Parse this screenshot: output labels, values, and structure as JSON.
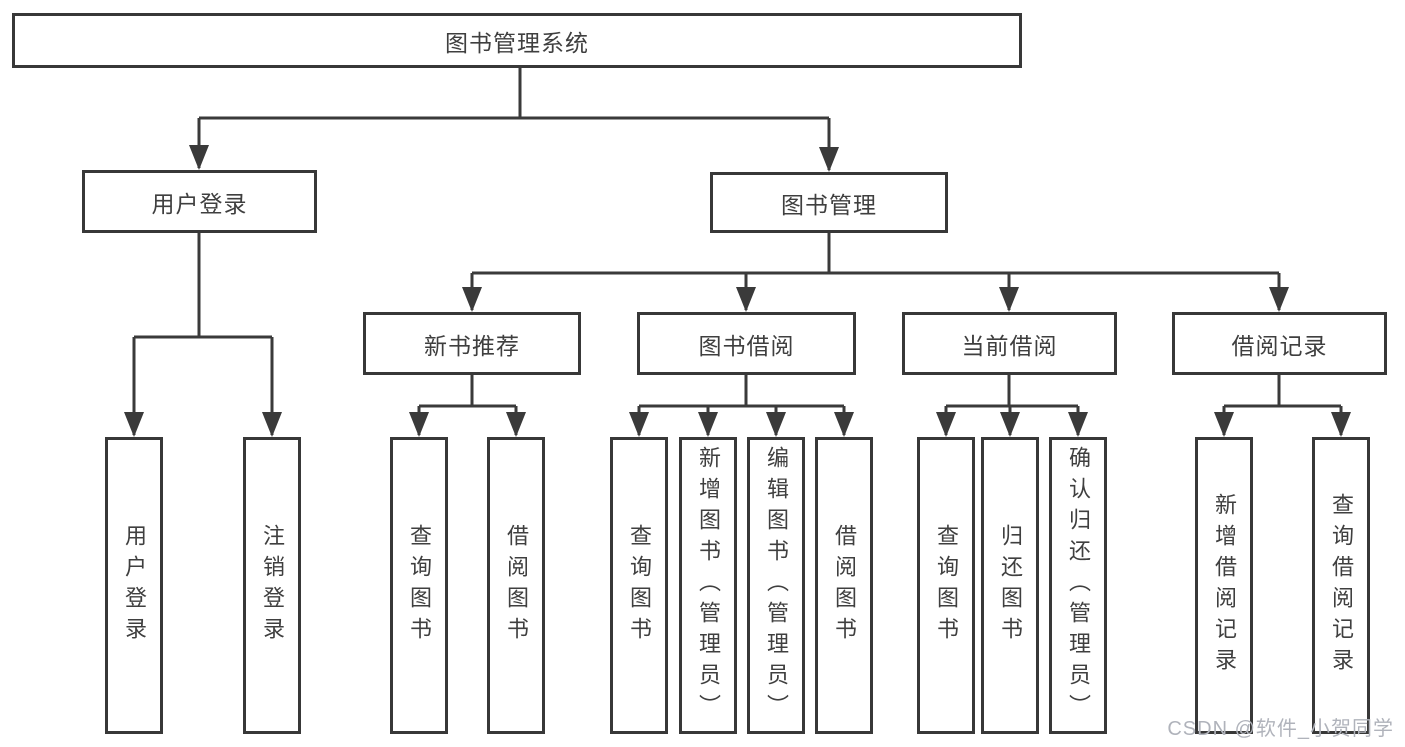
{
  "colors": {
    "line": "#3a3a3a",
    "box_border": "#383838",
    "text": "#3f3f3f",
    "background": "#ffffff",
    "watermark": "#b0b3bb"
  },
  "tree": {
    "root": {
      "label": "图书管理系统"
    },
    "user_login": {
      "label": "用户登录",
      "children": {
        "login": {
          "label": "用户登录"
        },
        "logout": {
          "label": "注销登录"
        }
      }
    },
    "book_management": {
      "label": "图书管理",
      "children": {
        "new_book": {
          "label": "新书推荐",
          "children": {
            "query": {
              "label": "查询图书"
            },
            "borrow": {
              "label": "借阅图书"
            }
          }
        },
        "book_borrow": {
          "label": "图书借阅",
          "children": {
            "query": {
              "label": "查询图书"
            },
            "add": {
              "label": "新增图书（管理员）"
            },
            "edit": {
              "label": "编辑图书（管理员）"
            },
            "borrow": {
              "label": "借阅图书"
            }
          }
        },
        "current_borrow": {
          "label": "当前借阅",
          "children": {
            "query": {
              "label": "查询图书"
            },
            "return": {
              "label": "归还图书"
            },
            "confirm": {
              "label": "确认归还（管理员）"
            }
          }
        },
        "borrow_record": {
          "label": "借阅记录",
          "children": {
            "add": {
              "label": "新增借阅记录"
            },
            "query": {
              "label": "查询借阅记录"
            }
          }
        }
      }
    }
  },
  "watermark": {
    "text": "CSDN @软件_小贺同学"
  }
}
